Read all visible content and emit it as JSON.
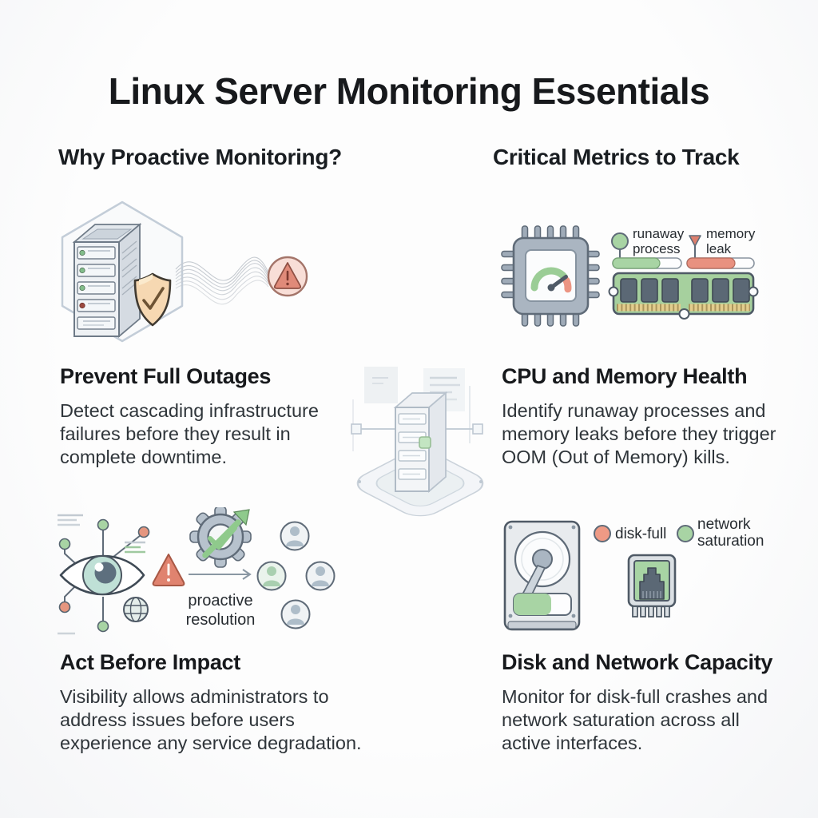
{
  "page": {
    "title": "Linux Server Monitoring Essentials"
  },
  "columns": {
    "left": {
      "header": "Why Proactive Monitoring?"
    },
    "right": {
      "header": "Critical Metrics to Track"
    }
  },
  "sections": {
    "prevent_outages": {
      "heading": "Prevent Full Outages",
      "body": "Detect cascading infrastructure\nfailures before they result in\ncomplete downtime."
    },
    "cpu_memory": {
      "heading": "CPU and Memory Health",
      "body": "Identify runaway processes and\nmemory leaks before they trigger\nOOM (Out of Memory) kills."
    },
    "act_before_impact": {
      "heading": "Act Before Impact",
      "body": "Visibility allows administrators to\naddress issues before users\nexperience any service degradation."
    },
    "disk_network": {
      "heading": "Disk and Network Capacity",
      "body": "Monitor for disk-full crashes and\nnetwork saturation across all\nactive interfaces."
    }
  },
  "labels": {
    "runaway_process": "runaway\nprocess",
    "memory_leak": "memory\nleak",
    "proactive_resolution": "proactive\nresolution",
    "disk_full": "disk-full",
    "network_saturation": "network\nsaturation"
  },
  "colors": {
    "accent_green": "#a8d4a4",
    "accent_salmon": "#ec9583",
    "alert_red": "#e0836f",
    "shield_peach": "#f6d8b2",
    "outline_dark": "#4f5a66",
    "chip_gray": "#aab5c1",
    "soft_blue_gray": "#c3cdd8",
    "text_dark": "#17191c",
    "text_body": "#2f353a",
    "background": "#fbfcfd"
  }
}
